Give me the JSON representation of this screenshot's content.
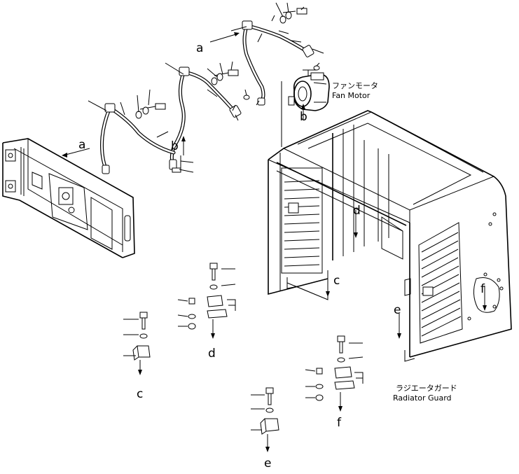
{
  "labels": {
    "fan_motor_jp": "ファンモータ",
    "fan_motor_en": "Fan Motor",
    "radiator_guard_jp": "ラジエータガード",
    "radiator_guard_en": "Radiator Guard"
  },
  "view_letters": {
    "a_upper": "a",
    "a_left": "a",
    "b_upper": "b",
    "b_left": "b",
    "c_guard": "c",
    "d_guard": "d",
    "e_guard": "e",
    "f_guard": "f",
    "c_detail": "c",
    "d_detail": "d",
    "e_detail": "e",
    "f_detail": "f"
  }
}
